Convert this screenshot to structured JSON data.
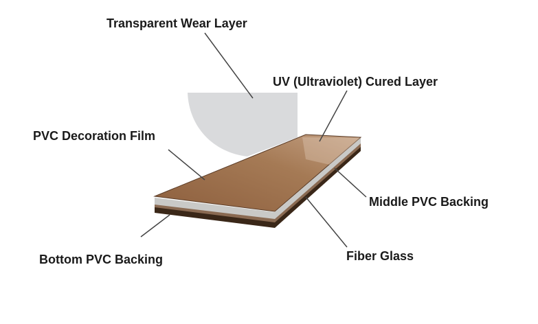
{
  "labels": {
    "wear_layer": "Transparent Wear Layer",
    "uv_layer": "UV  (Ultraviolet) Cured Layer",
    "decoration_film": "PVC  Decoration Film",
    "middle_backing": "Middle  PVC  Backing",
    "fiber_glass": "Fiber Glass",
    "bottom_backing": "Bottom  PVC  Backing"
  },
  "colors": {
    "wood": "#9c6e4a",
    "wear_layer": "#d9dadc",
    "middle_layer": "#c9c9c7",
    "bottom_layer": "#3a2718",
    "leader_line": "#444444"
  }
}
